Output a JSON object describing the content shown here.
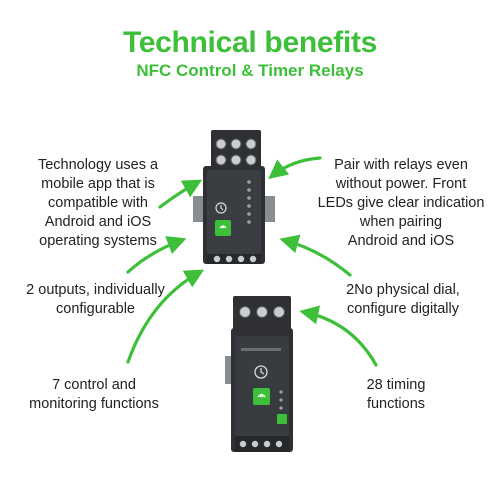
{
  "header": {
    "title": "Technical benefits",
    "subtitle": "NFC Control & Timer Relays"
  },
  "callouts": {
    "left_top": [
      "Technology uses a",
      "mobile app that is",
      "compatible with",
      "Android and iOS",
      "operating systems"
    ],
    "right_top": [
      "Pair with relays even",
      "without power. Front",
      "LEDs give clear indication",
      "when pairing",
      "Android and iOS"
    ],
    "left_mid": [
      "2 outputs, individually",
      "configurable"
    ],
    "right_mid": [
      "2No physical dial,",
      "configure digitally"
    ],
    "left_bottom": [
      "7 control and",
      "monitoring functions"
    ],
    "right_bottom": [
      "28 timing",
      "functions"
    ]
  },
  "colors": {
    "accent": "#3dbf3a",
    "device_body": "#2e3033",
    "nfc_badge": "#3dbf3a"
  },
  "icons": [
    "nfc-icon",
    "clock-icon",
    "schneider-logo"
  ]
}
